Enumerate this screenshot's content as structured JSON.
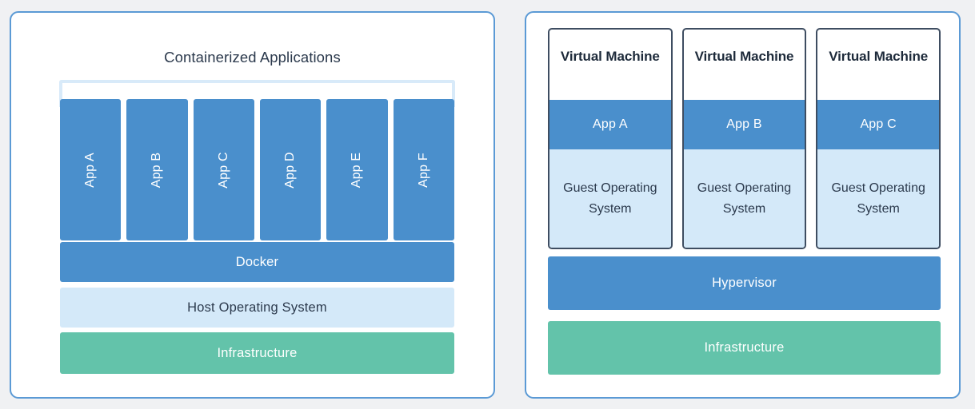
{
  "theme": {
    "page_background": "#f0f1f3",
    "panel_background": "#ffffff",
    "panel_border": "#5b9ad5",
    "accent_blue": "#4a8fcc",
    "light_blue": "#d4e9f9",
    "bracket_blue": "#d8eaf9",
    "accent_green": "#63c3aa",
    "card_border": "#3e4d61",
    "dark_text": "#2c3a4d",
    "light_text": "#ffffff"
  },
  "left_panel": {
    "title": "Containerized Applications",
    "apps": [
      {
        "label": "App A"
      },
      {
        "label": "App B"
      },
      {
        "label": "App C"
      },
      {
        "label": "App D"
      },
      {
        "label": "App E"
      },
      {
        "label": "App F"
      }
    ],
    "layers": [
      {
        "label": "Docker"
      },
      {
        "label": "Host Operating System"
      },
      {
        "label": "Infrastructure"
      }
    ]
  },
  "right_panel": {
    "vms": [
      {
        "title": "Virtual Machine",
        "app": "App A",
        "guest_os": "Guest Operating System"
      },
      {
        "title": "Virtual Machine",
        "app": "App B",
        "guest_os": "Guest Operating System"
      },
      {
        "title": "Virtual Machine",
        "app": "App C",
        "guest_os": "Guest Operating System"
      }
    ],
    "layers": [
      {
        "label": "Hypervisor"
      },
      {
        "label": "Infrastructure"
      }
    ]
  }
}
